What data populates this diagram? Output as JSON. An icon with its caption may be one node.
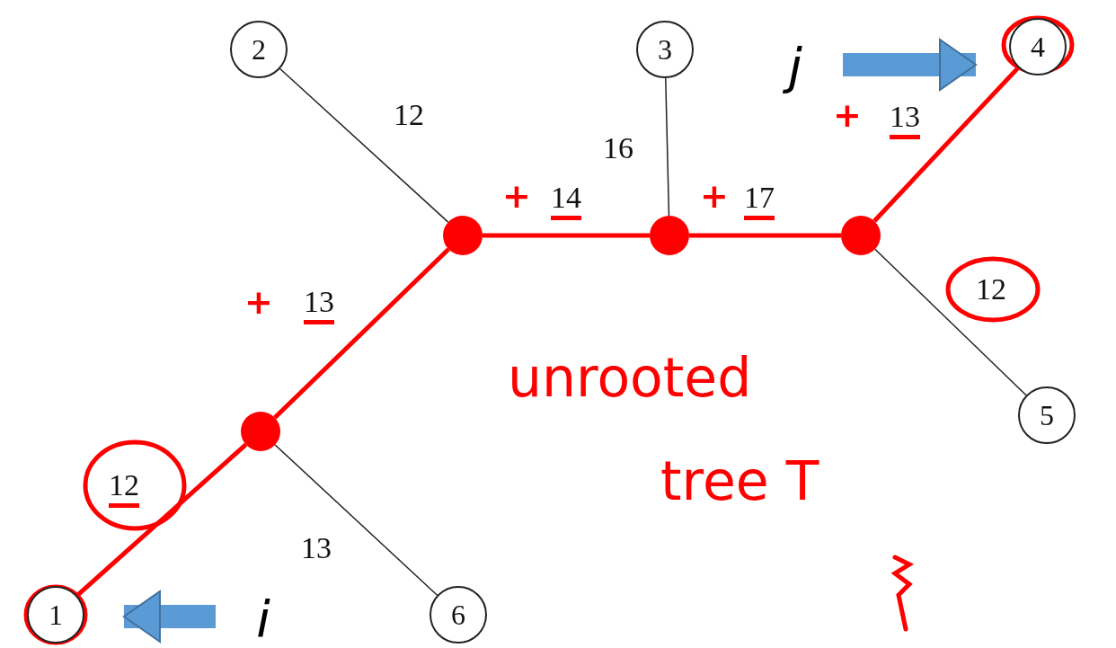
{
  "diagram": {
    "nodes": [
      {
        "text": [
          "1"
        ]
      },
      {
        "text": [
          "2"
        ]
      },
      {
        "text": [
          "3"
        ]
      },
      {
        "text": [
          "4"
        ]
      },
      {
        "text": [
          "5"
        ]
      },
      {
        "text": [
          "6"
        ]
      },
      {
        "text": [],
        "shape": "circle"
      },
      {
        "text": [],
        "shape": "circle"
      },
      {
        "text": [],
        "shape": "circle"
      },
      {
        "text": [],
        "shape": "circle"
      },
      {
        "text": [
          "j"
        ]
      },
      {
        "text": [
          "i"
        ]
      }
    ],
    "edges": [
      {
        "from": 0,
        "to": 6,
        "arrow": "none",
        "label": "12"
      },
      {
        "from": 6,
        "to": 5,
        "arrow": "none",
        "label": "13",
        "color": "#222222"
      },
      {
        "from": 6,
        "to": 7,
        "arrow": "none",
        "label": "13"
      },
      {
        "from": 7,
        "to": 1,
        "arrow": "none",
        "label": "12",
        "color": "#222222"
      },
      {
        "from": 7,
        "to": 8,
        "arrow": "none",
        "label": "14"
      },
      {
        "from": 8,
        "to": 2,
        "arrow": "none",
        "label": "16",
        "color": "#222222"
      },
      {
        "from": 8,
        "to": 9,
        "arrow": "none",
        "label": "17"
      },
      {
        "from": 9,
        "to": 3,
        "arrow": "none",
        "label": "13"
      },
      {
        "from": 9,
        "to": 4,
        "arrow": "none",
        "label": "12",
        "color": "#222222"
      },
      {
        "from": 10,
        "to": 3,
        "arrow": "to",
        "style": "thick",
        "color": "#5b9bd5"
      },
      {
        "from": 11,
        "to": 0,
        "arrow": "to",
        "style": "thick",
        "color": "#5b9bd5"
      }
    ],
    "labels": [
      "+",
      "+",
      "+",
      "+",
      "unrooted",
      "tree T"
    ]
  }
}
